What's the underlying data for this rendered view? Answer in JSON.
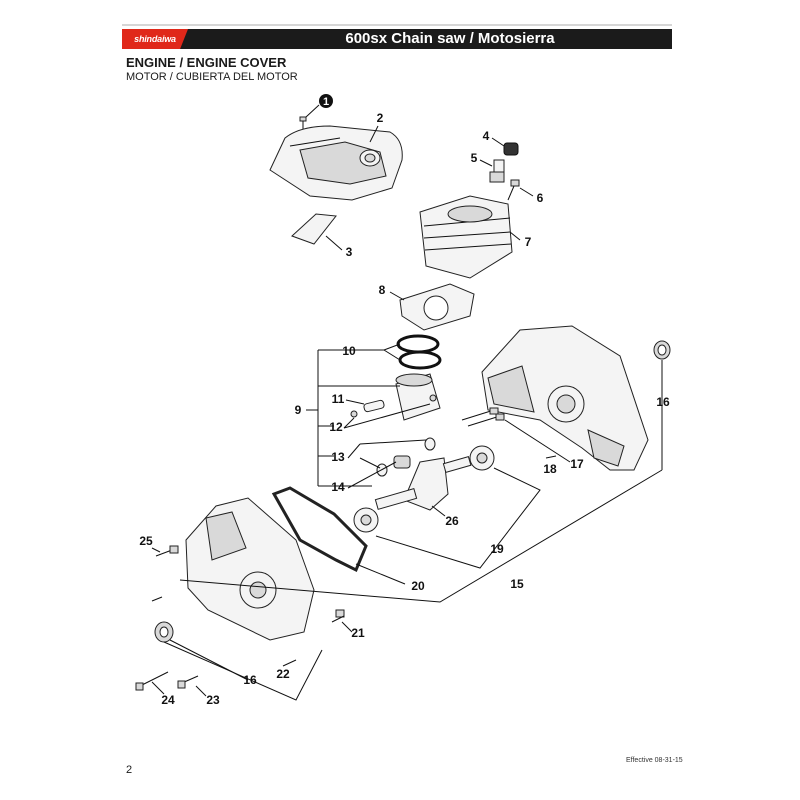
{
  "header": {
    "logo": "shindaiwa",
    "title": "600sx Chain saw / Motosierra"
  },
  "section": {
    "title": "ENGINE / ENGINE COVER",
    "subtitle": "MOTOR / CUBIERTA DEL MOTOR"
  },
  "callouts": {
    "c1": "1",
    "c2": "2",
    "c3": "3",
    "c4": "4",
    "c5": "5",
    "c6": "6",
    "c7": "7",
    "c8": "8",
    "c9": "9",
    "c10": "10",
    "c11": "11",
    "c12": "12",
    "c13": "13",
    "c14": "14",
    "c15": "15",
    "c16a": "16",
    "c16b": "16",
    "c17": "17",
    "c18": "18",
    "c19": "19",
    "c20": "20",
    "c21": "21",
    "c22": "22",
    "c23": "23",
    "c24": "24",
    "c25": "25",
    "c26": "26"
  },
  "footer": {
    "page_number": "2",
    "effective": "Effective 08-31-15"
  },
  "colors": {
    "brand_red": "#e0281a",
    "header_black": "#1b1b1b"
  }
}
